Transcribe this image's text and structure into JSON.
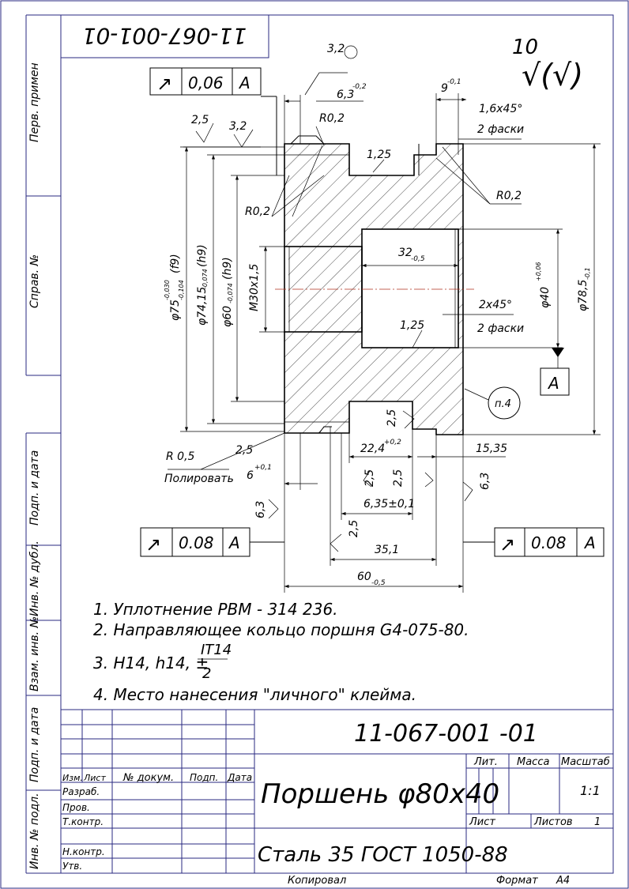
{
  "drawing": {
    "top_designation": "11-067-001-01",
    "roughness_general": "10",
    "roughness_sign_tail": "√(√)",
    "sidebar": {
      "perv_primen": "Перв. примен",
      "sprav_no": "Справ. №",
      "podp_data_1": "Подп. и дата",
      "inv_dubl": "Инв. № дубл.",
      "vzam_inv": "Взам. инв. №",
      "podp_data_2": "Подп. и дата",
      "inv_podl": "Инв. № подл."
    },
    "frames": {
      "top_left": {
        "symbol": "↗",
        "tol": "0,06",
        "datum": "A"
      },
      "bottom_left": {
        "symbol": "↗",
        "tol": "0.08",
        "datum": "A"
      },
      "bottom_right": {
        "symbol": "↗",
        "tol": "0.08",
        "datum": "A"
      },
      "datum_box": "A"
    },
    "dims": {
      "r32_top": "3,2",
      "r25_left": "2,5",
      "r32_left": "3,2",
      "d63": "6,3",
      "d63_tol": "-0,2",
      "r02_top": "R0,2",
      "r02_left": "R0,2",
      "r02_right": "R0,2",
      "r125_top": "1,25",
      "d9": "9",
      "d9_tol": "-0,1",
      "chamfer1": "1,6x45°",
      "chamfer1_note": "2 фаски",
      "d32": "32",
      "d32_tol": "-0,5",
      "chamfer2": "2x45°",
      "chamfer2_note": "2 фаски",
      "r125_mid": "1,25",
      "d40": "φ40",
      "d40_tol": "+0,06",
      "d785": "φ78,5",
      "d785_tol": "-0,1",
      "d75": "φ75",
      "d75_tol_up": "-0,030",
      "d75_tol_dn": "-0,104",
      "d75_fit": "(f9)",
      "d7415": "φ74,15",
      "d7415_tol": "-0,074",
      "d7415_fit": "(h9)",
      "d60": "φ60",
      "d60_tol": "-0,074",
      "d60_fit": "(h9)",
      "thread": "M30x1,5",
      "note_p4": "п.4",
      "r25_right_low": "2,5",
      "r05": "R 0,5",
      "polish": "Полировать",
      "r25_bl": "2,5",
      "d6": "6",
      "d6_tol": "+0,1",
      "d224": "22,4",
      "d224_tol": "+0,2",
      "d1535": "15,35",
      "r25_a": "2,5",
      "r25_b": "2,5",
      "r63_r": "6,3",
      "r63_l": "6,3",
      "d635": "6,35±0,1",
      "r25_c": "2,5",
      "d351": "35,1",
      "d60_len": "60",
      "d60_len_tol": "-0,5"
    },
    "notes": [
      "1. Уплотнение PBM - 314 236.",
      "2. Направляющее кольцо поршня G4-075-80.",
      "3. H14, h14, ±",
      "4. Место нанесения \"личного\" клейма."
    ],
    "note3_frac_num": "IT14",
    "note3_frac_den": "2",
    "title_block": {
      "designation": "11-067-001 -01",
      "name": "Поршень φ80x40",
      "material": "Сталь 35 ГОСТ 1050-88",
      "lit": "Лит.",
      "massa": "Масса",
      "masshtab": "Масштаб",
      "scale": "1:1",
      "list": "Лист",
      "listov": "Листов",
      "listov_val": "1",
      "izm": "Изм.",
      "list_col": "Лист",
      "n_dokum": "№ докум.",
      "podp": "Подп.",
      "data": "Дата",
      "razrab": "Разраб.",
      "prov": "Пров.",
      "tkontr": "Т.контр.",
      "nkontr": "Н.контр.",
      "utv": "Утв.",
      "kopiroval": "Копировал",
      "format": "Формат",
      "format_val": "A4"
    }
  },
  "colors": {
    "line": "#000000",
    "frame": "#2a2a80",
    "axis": "#b0301e"
  }
}
